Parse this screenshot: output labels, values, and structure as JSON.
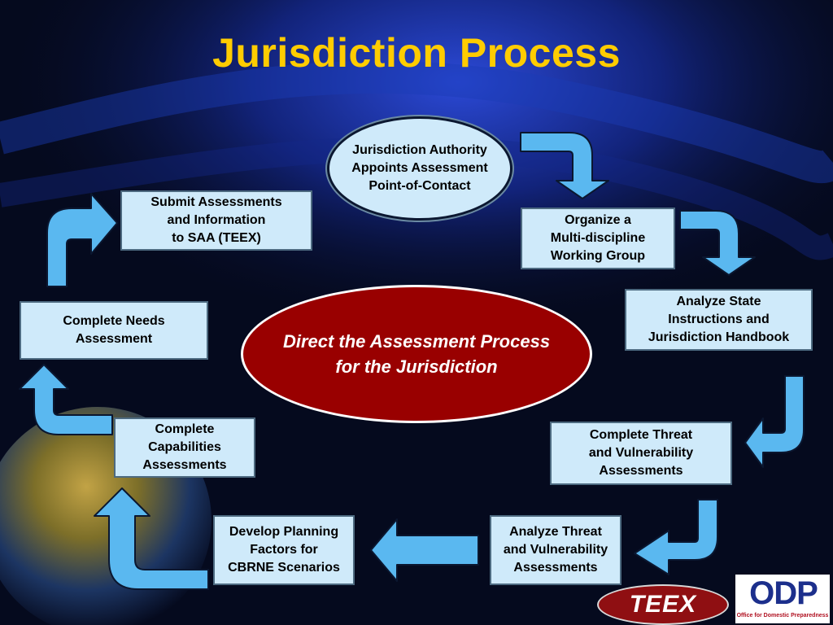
{
  "title": "Jurisdiction Process",
  "start_node": "Jurisdiction Authority\nAppoints Assessment\nPoint-of-Contact",
  "center_node": "Direct the Assessment Process for the Jurisdiction",
  "steps": [
    "Organize a\nMulti-discipline\nWorking Group",
    "Analyze State\nInstructions and\nJurisdiction Handbook",
    "Complete Threat\nand Vulnerability\nAssessments",
    "Analyze Threat\nand Vulnerability\nAssessments",
    "Develop Planning\nFactors for\nCBRNE Scenarios",
    "Complete\nCapabilities\nAssessments",
    "Complete Needs\nAssessment",
    "Submit Assessments\nand Information\nto SAA (TEEX)"
  ],
  "logos": {
    "teex": "TEEX",
    "odp": "ODP",
    "odp_subtitle": "Office for Domestic Preparedness"
  },
  "colors": {
    "title": "#ffcc00",
    "box_fill": "#cfeafa",
    "arrow": "#5ab8f0",
    "center_fill": "#990000"
  }
}
